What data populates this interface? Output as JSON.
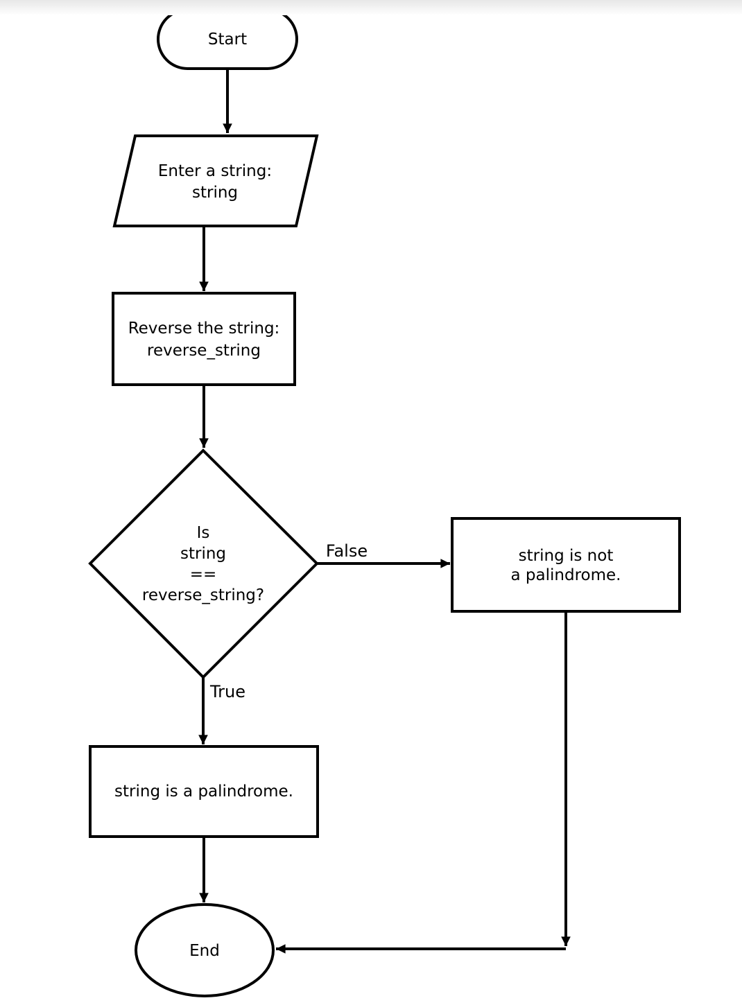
{
  "nodes": {
    "start": {
      "label": "Start",
      "shape": "terminator"
    },
    "input": {
      "lines": [
        "Enter a string:",
        "string"
      ],
      "shape": "parallelogram"
    },
    "reverse": {
      "lines": [
        "Reverse the string:",
        "reverse_string"
      ],
      "shape": "rectangle"
    },
    "decision": {
      "lines": [
        "Is",
        "string",
        "==",
        "reverse_string?"
      ],
      "shape": "diamond"
    },
    "not_palindrome": {
      "lines": [
        "string is not",
        "a palindrome."
      ],
      "shape": "rectangle"
    },
    "palindrome": {
      "label": "string is a palindrome.",
      "shape": "rectangle"
    },
    "end": {
      "label": "End",
      "shape": "terminator"
    }
  },
  "edge_labels": {
    "false": "False",
    "true": "True"
  },
  "colors": {
    "stroke": "#000000",
    "shape_fill": "#ffffff",
    "page_background": "#ffffff",
    "top_fade": "#e7e7e7"
  }
}
